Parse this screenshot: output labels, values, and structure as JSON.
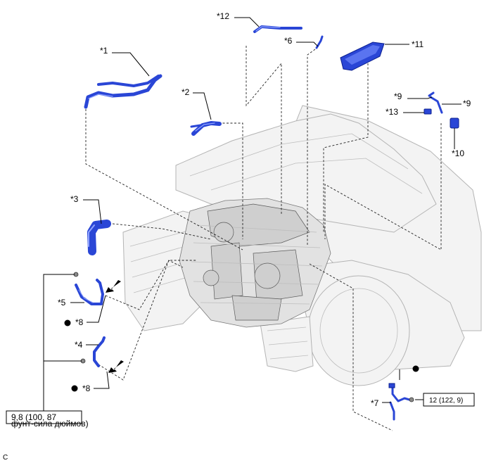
{
  "labels": {
    "p1": "*1",
    "p2": "*2",
    "p3": "*3",
    "p4": "*4",
    "p5": "*5",
    "p6": "*6",
    "p7": "*7",
    "p8a": "*8",
    "p8b": "*8",
    "p9a": "*9",
    "p9b": "*9",
    "p10": "*10",
    "p11": "*11",
    "p12": "*12",
    "p13": "*13"
  },
  "torque_left": {
    "line1": "9,8 (100, 87",
    "line2": "фунт·сила дюймов)"
  },
  "torque_right": "12 (122, 9)",
  "corner_code": "C",
  "colors": {
    "part_blue": "#2a46d6",
    "part_outline": "#0b1f8f",
    "car_outline": "#b4b4b4"
  },
  "icons": [
    "bullet-dot-icon",
    "arrow-pointer-icon"
  ]
}
